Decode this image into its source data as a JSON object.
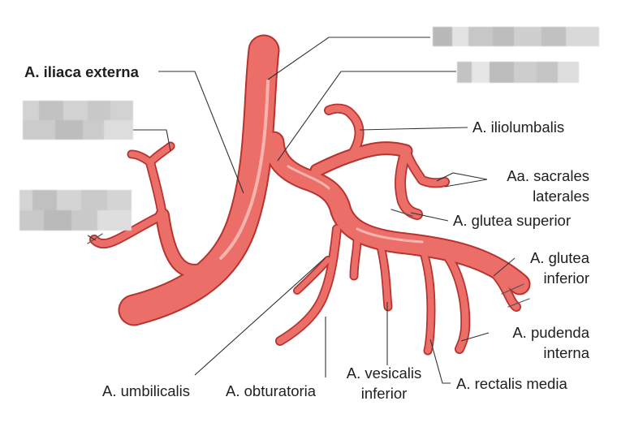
{
  "labels": {
    "iliaca_externa": "A. iliaca externa",
    "iliolumbalis": "A. iliolumbalis",
    "sacrales_1": "Aa. sacrales",
    "sacrales_2": "laterales",
    "glutea_superior": "A. glutea superior",
    "glutea_inferior_1": "A. glutea",
    "glutea_inferior_2": "inferior",
    "pudenda_1": "A. pudenda",
    "pudenda_2": "interna",
    "rectalis_media": "A. rectalis media",
    "vesicalis_1": "A. vesicalis",
    "vesicalis_2": "inferior",
    "obturatoria": "A. obturatoria",
    "umbilicalis": "A. umbilicalis"
  },
  "colors": {
    "artery_fill": "#ec6e69",
    "artery_outline": "#b8322e",
    "artery_highlight": "#f7b4ae",
    "leader_line": "#333333"
  }
}
